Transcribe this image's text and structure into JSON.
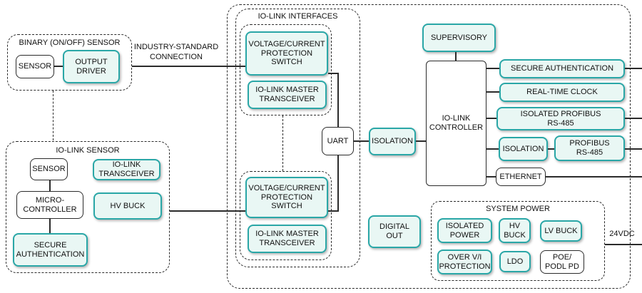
{
  "colors": {
    "teal_border": "#2aa7a7",
    "teal_fill": "#e9f7f4",
    "line": "#2b2b2b",
    "background": "#ffffff"
  },
  "binary_sensor": {
    "title": "BINARY (ON/OFF) SENSOR",
    "sensor": "SENSOR",
    "output_driver": "OUTPUT\nDRIVER"
  },
  "connection_label": "INDUSTRY-STANDARD\nCONNECTION",
  "iolink_sensor": {
    "title": "IO-LINK SENSOR",
    "sensor": "SENSOR",
    "transceiver": "IO-LINK\nTRANSCEIVER",
    "microcontroller": "MICRO-\nCONTROLLER",
    "hv_buck": "HV BUCK",
    "secure_auth": "SECURE\nAUTHENTICATION"
  },
  "interfaces": {
    "title": "IO-LINK INTERFACES",
    "vc_switch": "VOLTAGE/CURRENT\nPROTECTION\nSWITCH",
    "master_transceiver": "IO-LINK MASTER\nTRANSCEIVER"
  },
  "uart": "UART",
  "isolation_left": "ISOLATION",
  "controller": "IO-LINK\nCONTROLLER",
  "supervisory": "SUPERVISORY",
  "peripherals": {
    "secure_auth": "SECURE AUTHENTICATION",
    "rtc": "REAL-TIME CLOCK",
    "isolated_profibus": "ISOLATED PROFIBUS\nRS-485",
    "isolation": "ISOLATION",
    "profibus": "PROFIBUS\nRS-485",
    "ethernet": "ETHERNET"
  },
  "digital_out": "DIGITAL\nOUT",
  "system_power": {
    "title": "SYSTEM POWER",
    "isolated_power": "ISOLATED\nPOWER",
    "hv_buck": "HV\nBUCK",
    "lv_buck": "LV BUCK",
    "over_vi": "OVER V/I\nPROTECTION",
    "ldo": "LDO",
    "poe": "POE/\nPODL PD"
  },
  "power_input": "24VDC"
}
